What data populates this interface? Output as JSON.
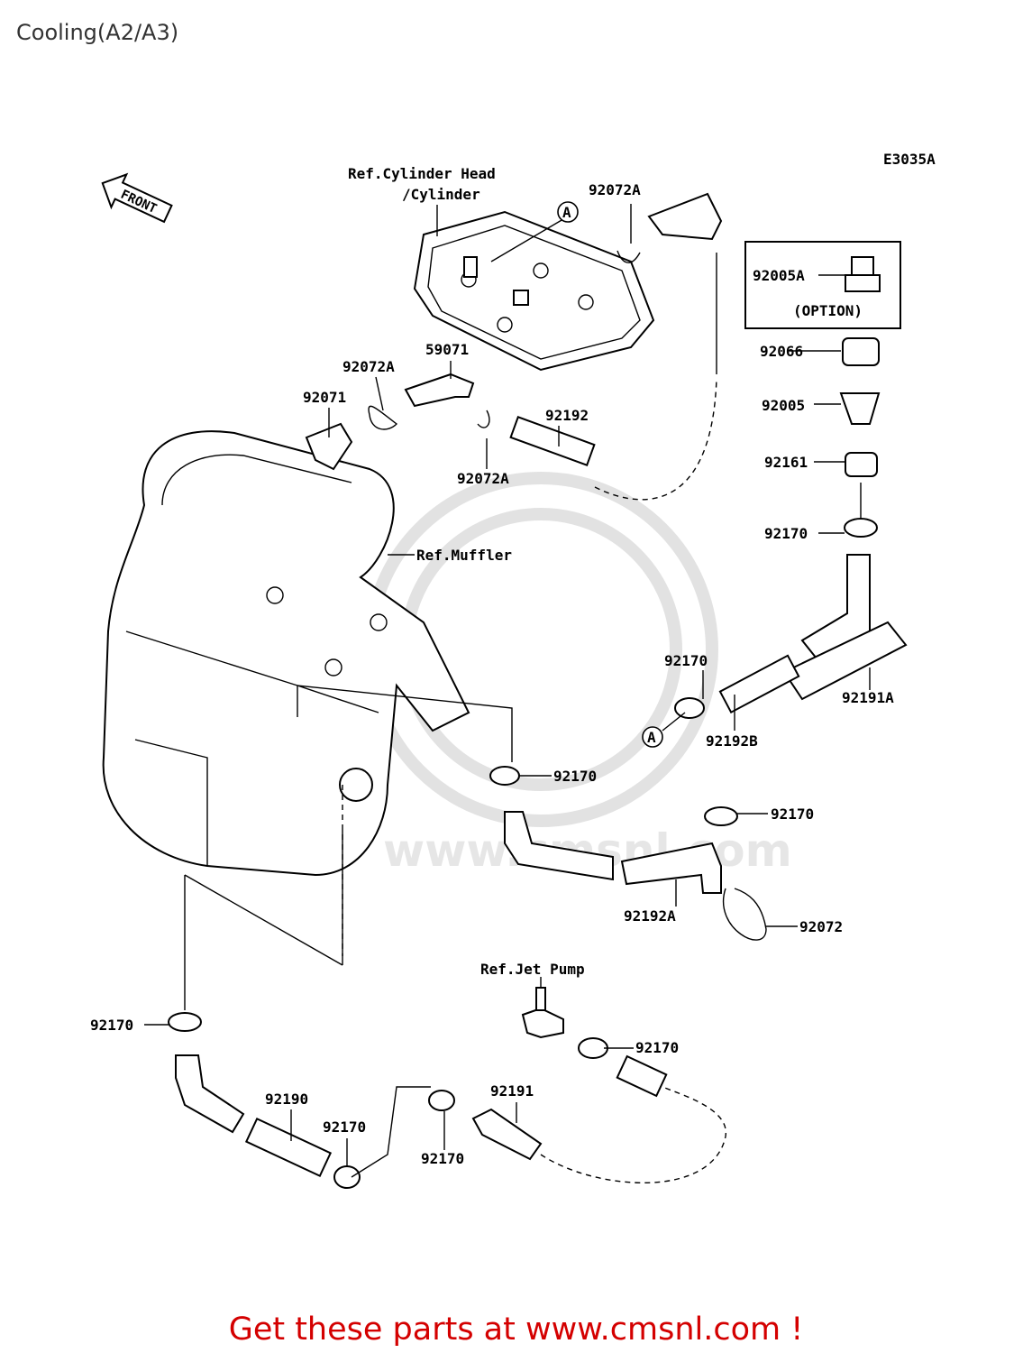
{
  "title": "Cooling(A2/A3)",
  "diagram_code": "E3035A",
  "front_label": "FRONT",
  "option_label": "(OPTION)",
  "circle_ref": "A",
  "refs": {
    "cylinder_head_line1": "Ref.Cylinder Head",
    "cylinder_head_line2": "/Cylinder",
    "muffler": "Ref.Muffler",
    "jet_pump": "Ref.Jet Pump"
  },
  "parts": {
    "p92072A_top": "92072A",
    "p92005A": "92005A",
    "p92066": "92066",
    "p92005": "92005",
    "p92161": "92161",
    "p92170_right_top": "92170",
    "p59071": "59071",
    "p92072A_left": "92072A",
    "p92071": "92071",
    "p92192": "92192",
    "p92072A_mid": "92072A",
    "p92170_a": "92170",
    "p92191A": "92191A",
    "p92192B": "92192B",
    "p92170_mid": "92170",
    "p92170_right_mid": "92170",
    "p92192A": "92192A",
    "p92072": "92072",
    "p92170_left": "92170",
    "p92190": "92190",
    "p92170_bottom_a": "92170",
    "p92170_bottom_b": "92170",
    "p92191": "92191",
    "p92170_jet": "92170"
  },
  "footer": "Get these parts at www.cmsnl.com !",
  "watermark": "www.cmsnl.com"
}
